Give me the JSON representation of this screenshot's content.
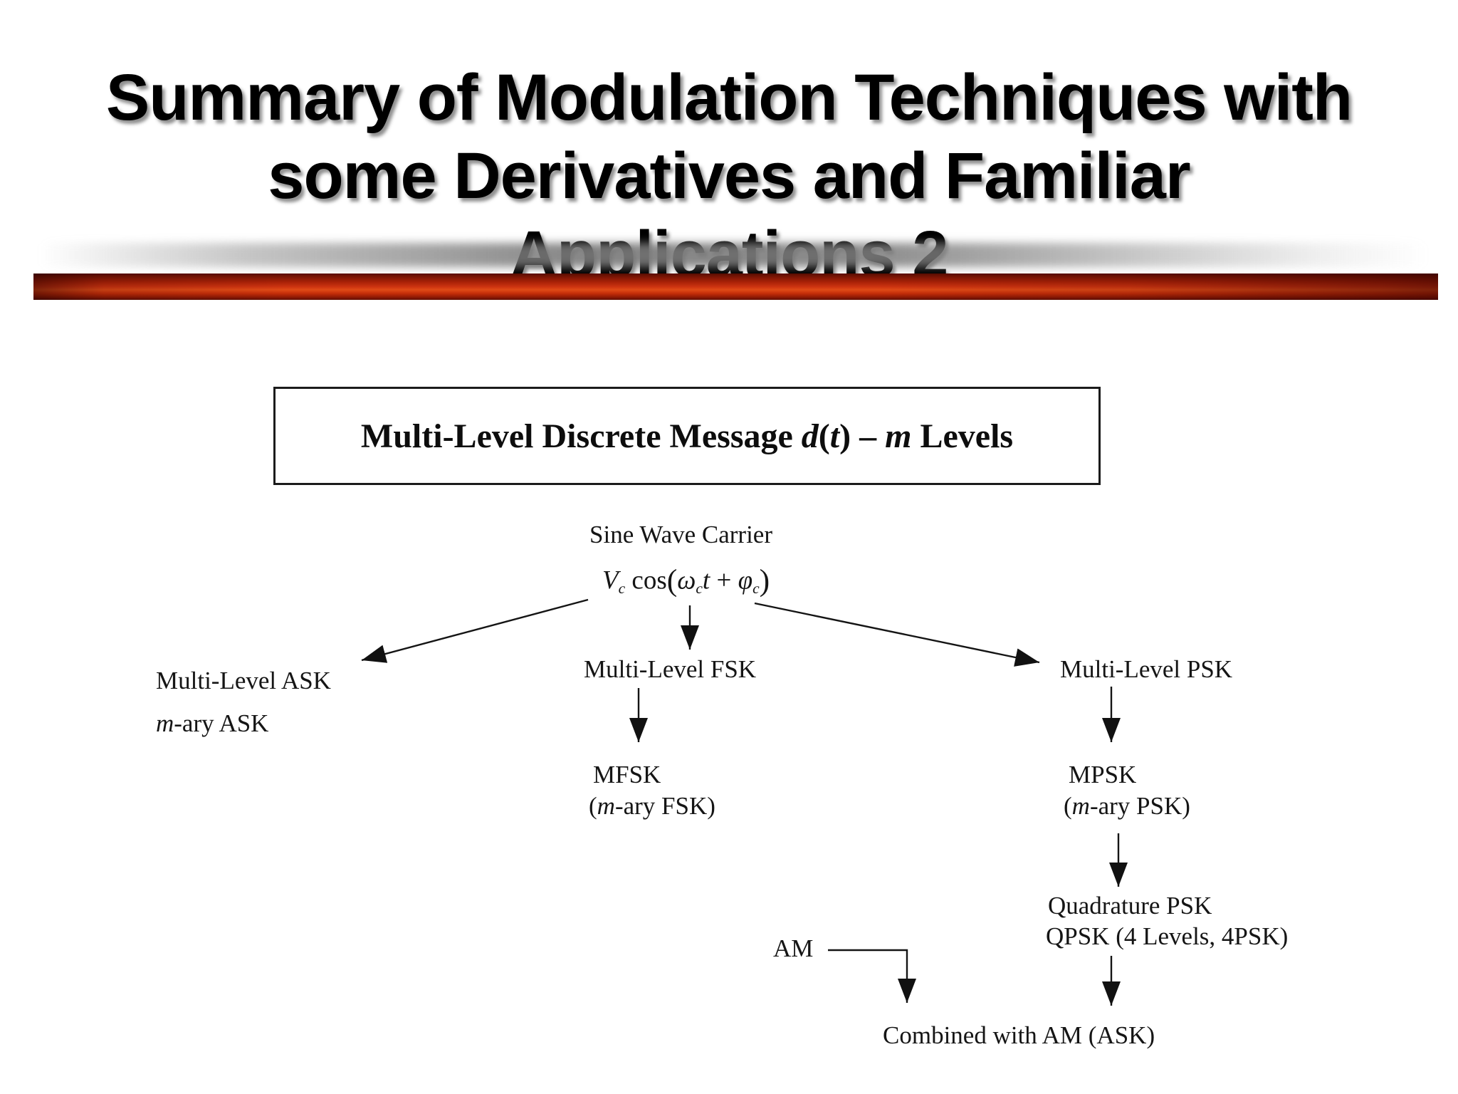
{
  "slide": {
    "title": "Summary of Modulation Techniques with\nsome Derivatives and Familiar\nApplications 2",
    "colors": {
      "accent_bar_bright": "#cc3310",
      "accent_bar_dark": "#5f0d00",
      "shadow_band_gray": "#7a7a7a",
      "text": "#151515"
    }
  },
  "diagram": {
    "header_box": {
      "prefix": "Multi-Level Discrete Message ",
      "d": "d",
      "open": "(",
      "t": "t",
      "close": ")",
      "dash": " – ",
      "m": "m",
      "suffix": " Levels"
    },
    "carrier": "Sine Wave Carrier",
    "formula": {
      "V": "V",
      "c1": "c",
      "cos": " cos",
      "open": "(",
      "omega": "ω",
      "c2": "c",
      "t": "t",
      "plus": " + ",
      "phi": "φ",
      "c3": "c",
      "close": ")"
    },
    "ask": {
      "line1": "Multi-Level ASK",
      "m": "m",
      "rest": "-ary ASK"
    },
    "fsk": {
      "line1": "Multi-Level FSK"
    },
    "mfsk": {
      "line1": "MFSK",
      "open": "(",
      "m": "m",
      "rest": "-ary FSK)"
    },
    "psk": {
      "line1": "Multi-Level PSK"
    },
    "mpsk": {
      "line1": "MPSK",
      "open": "(",
      "m": "m",
      "rest": "-ary PSK)"
    },
    "qpsk": {
      "line1": "Quadrature PSK",
      "line2": "QPSK (4 Levels, 4PSK)"
    },
    "am": "AM",
    "combined": "Combined with AM (ASK)",
    "edges": [
      {
        "from": "sine-wave-carrier",
        "to": "multi-level-ask"
      },
      {
        "from": "sine-wave-carrier",
        "to": "multi-level-fsk"
      },
      {
        "from": "sine-wave-carrier",
        "to": "multi-level-psk"
      },
      {
        "from": "multi-level-fsk",
        "to": "mfsk"
      },
      {
        "from": "multi-level-psk",
        "to": "mpsk"
      },
      {
        "from": "mpsk",
        "to": "quadrature-psk"
      },
      {
        "from": "quadrature-psk",
        "to": "combined-with-am-ask"
      },
      {
        "from": "am",
        "to": "combined-with-am-ask"
      }
    ]
  }
}
